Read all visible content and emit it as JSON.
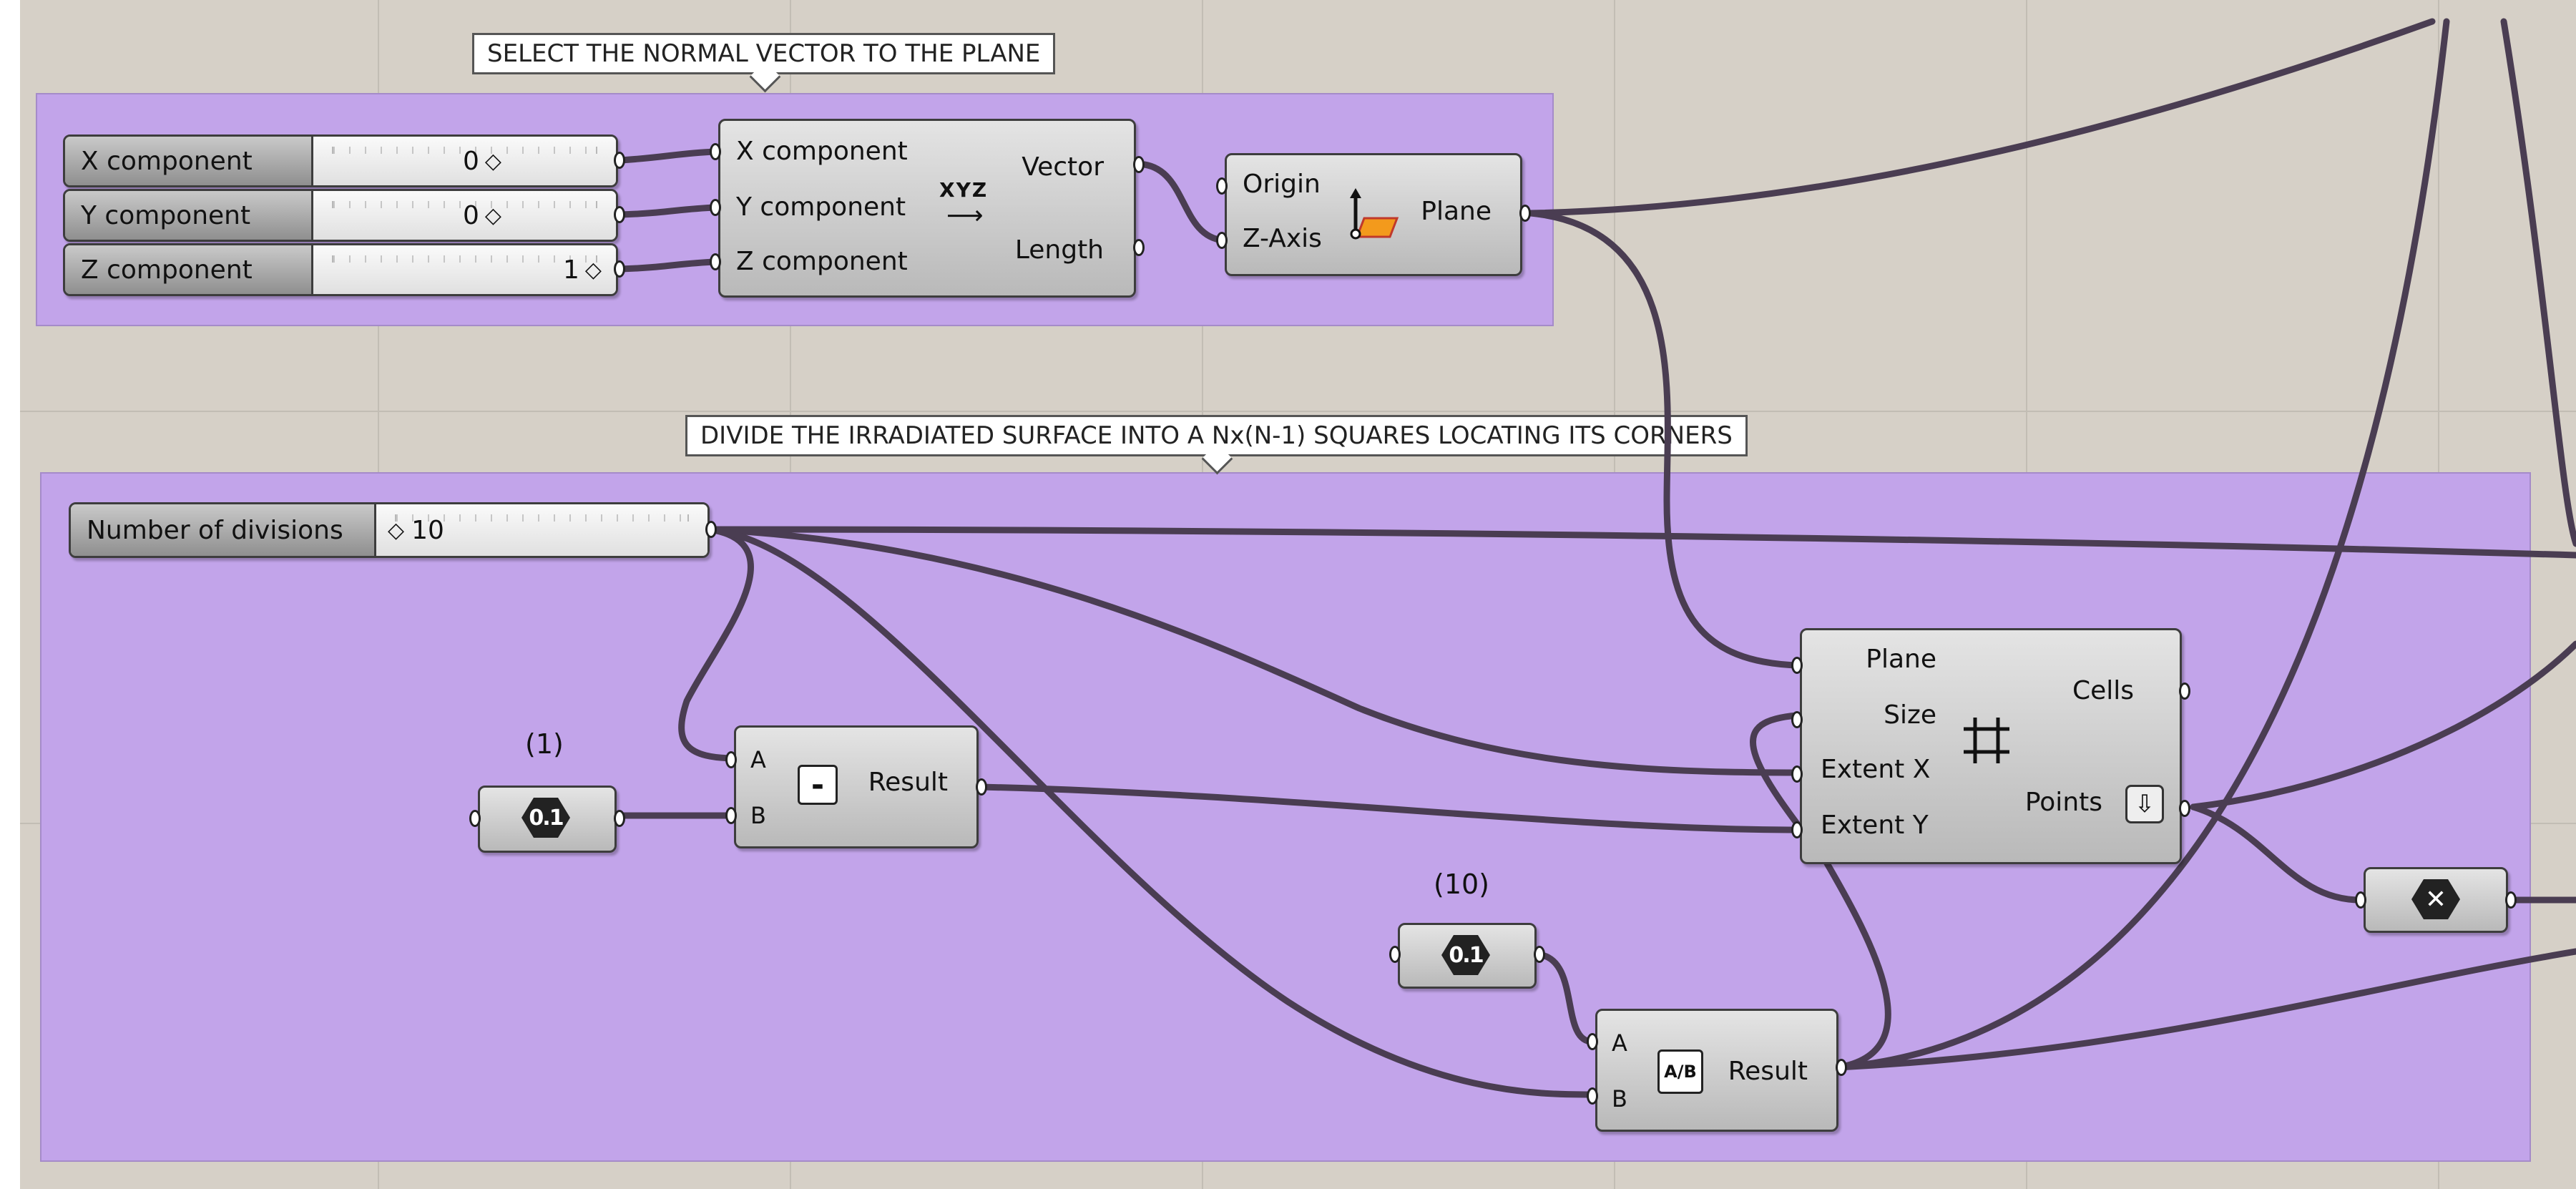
{
  "callouts": {
    "top": "SELECT THE NORMAL VECTOR TO THE PLANE",
    "bottom": "DIVIDE THE IRRADIATED SURFACE INTO A Nx(N-1) SQUARES LOCATING ITS CORNERS"
  },
  "sliders": {
    "x": {
      "label": "X component",
      "value": "0"
    },
    "y": {
      "label": "Y component",
      "value": "0"
    },
    "z": {
      "label": "Z component",
      "value": "1"
    },
    "n": {
      "label": "Number of divisions",
      "value": "10"
    }
  },
  "vector": {
    "inputs": [
      "X component",
      "Y component",
      "Z component"
    ],
    "icon": "XYZ",
    "outputs": [
      "Vector",
      "Length"
    ]
  },
  "plane": {
    "inputs": [
      "Origin",
      "Z-Axis"
    ],
    "output": "Plane"
  },
  "subtract": {
    "inputs": [
      "A",
      "B"
    ],
    "symbol": "-",
    "output": "Result"
  },
  "divide": {
    "inputs": [
      "A",
      "B"
    ],
    "symbol": "A/B",
    "output": "Result"
  },
  "grid": {
    "inputs": [
      "Plane",
      "Size",
      "Extent X",
      "Extent Y"
    ],
    "outputs": [
      "Cells",
      "Points"
    ]
  },
  "numbers": {
    "one": {
      "caption": "(1)",
      "glyph": "0.1"
    },
    "ten": {
      "caption": "(10)",
      "glyph": "0.1"
    }
  },
  "colors": {
    "canvas": "#d6d0c7",
    "group": "#c2a4ea",
    "wire": "#4a3d52"
  }
}
